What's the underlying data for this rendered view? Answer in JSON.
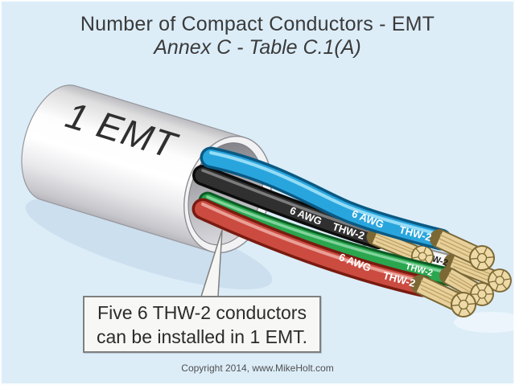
{
  "title": "Number of Compact Conductors - EMT",
  "subtitle": "Annex C - Table C.1(A)",
  "conduit": {
    "label": "1 EMT"
  },
  "wires": {
    "black": {
      "awg": "6 AWG",
      "insulation": "THW-2",
      "color": "#303030"
    },
    "blue": {
      "awg": "6 AWG",
      "insulation": "THW-2",
      "color": "#29a5de"
    },
    "white": {
      "insulation_partial": "W-2",
      "color": "#f7f7f7"
    },
    "green": {
      "insulation": "THW-2",
      "color": "#2aa64f"
    },
    "red": {
      "awg": "6 AWG",
      "insulation": "THW-2",
      "color": "#cb4b41"
    }
  },
  "callout": {
    "line1": "Five 6 THW-2 conductors",
    "line2": "can be installed in 1 EMT."
  },
  "copyright": "Copyright 2014, www.MikeHolt.com",
  "colors": {
    "background": "#dcedf8",
    "conduit": "#ffffff",
    "copper": "#e7d09b",
    "callout_bg": "#f7f7f5",
    "shadow": "#c9dcec"
  }
}
